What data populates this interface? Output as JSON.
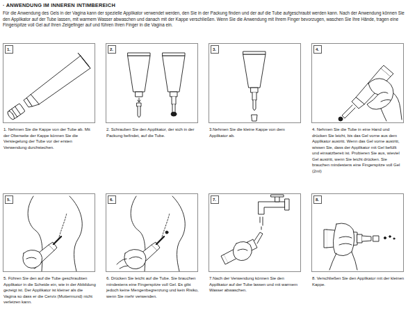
{
  "diagram": {
    "title": "· ANWENDUNG IM INNEREN INTIMBEREICH",
    "nodes": [
      {
        "text": [
          "1.",
          "1. Nehmen Sie die Kappe von der Tube ab. Mit der Oberseite der Kappe können Sie die Versiegelung der Tube vor der ersten Verwendung durchstechen."
        ]
      },
      {
        "text": [
          "2.",
          "2. Schrauben Sie den Applikator, der sich in der Packung befindet, auf die Tube."
        ]
      },
      {
        "text": [
          "3.",
          "3.Nehmen Sie die kleine Kappe von dem Applikator ab."
        ]
      },
      {
        "text": [
          "4.",
          "4. Nehmen Sie die Tube in eine Hand und drücken Sie leicht, bis das Gel vorne aus dem Applikator austritt. Wenn das Gel vorne austritt, wissen Sie, dass der Applikator mit Gel befüllt und einsatzbereit ist. Probieren Sie aus, wieviel Gel austritt, wenn Sie leicht drücken. Sie brauchen mindestens eine Fingerspitze voll Gel (2ml)"
        ]
      },
      {
        "text": [
          "5.",
          "5. Führen Sie den auf die Tube geschraubten Applikator in die Scheide ein, wie in der Abbildung gezeigt ist. Der Applikator ist kleiner als die Vagina so dass er die Cervix (Muttermund) nicht verletzen kann."
        ]
      },
      {
        "text": [
          "6.",
          "6. Drücken Sie leicht auf die Tube. Sie brauchen mindestens eine Fingerspitze voll Gel. Es gibt jedoch keine Mengenbegrenzung und kein Risiko, wenn Sie mehr verwenden."
        ]
      },
      {
        "text": [
          "7.",
          "7.Nach der Verwendung können Sie den Applikator auf der Tube lassen und mit warmem Wasser abwaschen."
        ]
      },
      {
        "text": [
          "8.",
          "8. Verschließen Sie den Applikator mit der kleinen Kappe."
        ]
      }
    ],
    "labels": [
      "Für die Anwendung des Gels in der Vagina kann der spezielle Applikator verwendet werden, den Sie in der Packung finden und der auf die Tube aufgeschraubt werden kann. Nach der Anwendung können Sie den Applikator auf der Tube lassen, mit warmem Wasser abwaschen und danach mit der Kappe verschließen. Wenn Sie die Anwendung mit Ihrem Finger bevorzugen, waschen Sie Ihre Hände, tragen eine Fingerspitze voll Gel auf Ihren Zeigefinger auf und führen Ihren Finger in die Vagina ein."
    ]
  }
}
